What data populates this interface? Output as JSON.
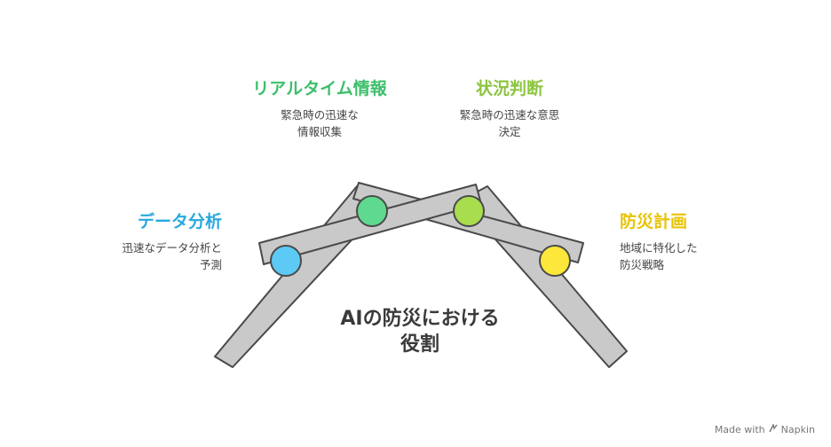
{
  "center": {
    "line1": "AIの防災における",
    "line2": "役割"
  },
  "items": [
    {
      "title": "データ分析",
      "desc1": "迅速なデータ分析と",
      "desc2": "予測",
      "color": "#29a8df",
      "node_color": "#5ccaf5"
    },
    {
      "title": "リアルタイム情報",
      "desc1": "緊急時の迅速な",
      "desc2": "情報収集",
      "color": "#3dbf6c",
      "node_color": "#5fd98f"
    },
    {
      "title": "状況判断",
      "desc1": "緊急時の迅速な意思",
      "desc2": "決定",
      "color": "#8cc43f",
      "node_color": "#a8dd4e"
    },
    {
      "title": "防災計画",
      "desc1": "地域に特化した",
      "desc2": "防災戦略",
      "color": "#e8c300",
      "node_color": "#fde73a"
    }
  ],
  "footer": {
    "made_with": "Made with",
    "brand": "Napkin"
  }
}
